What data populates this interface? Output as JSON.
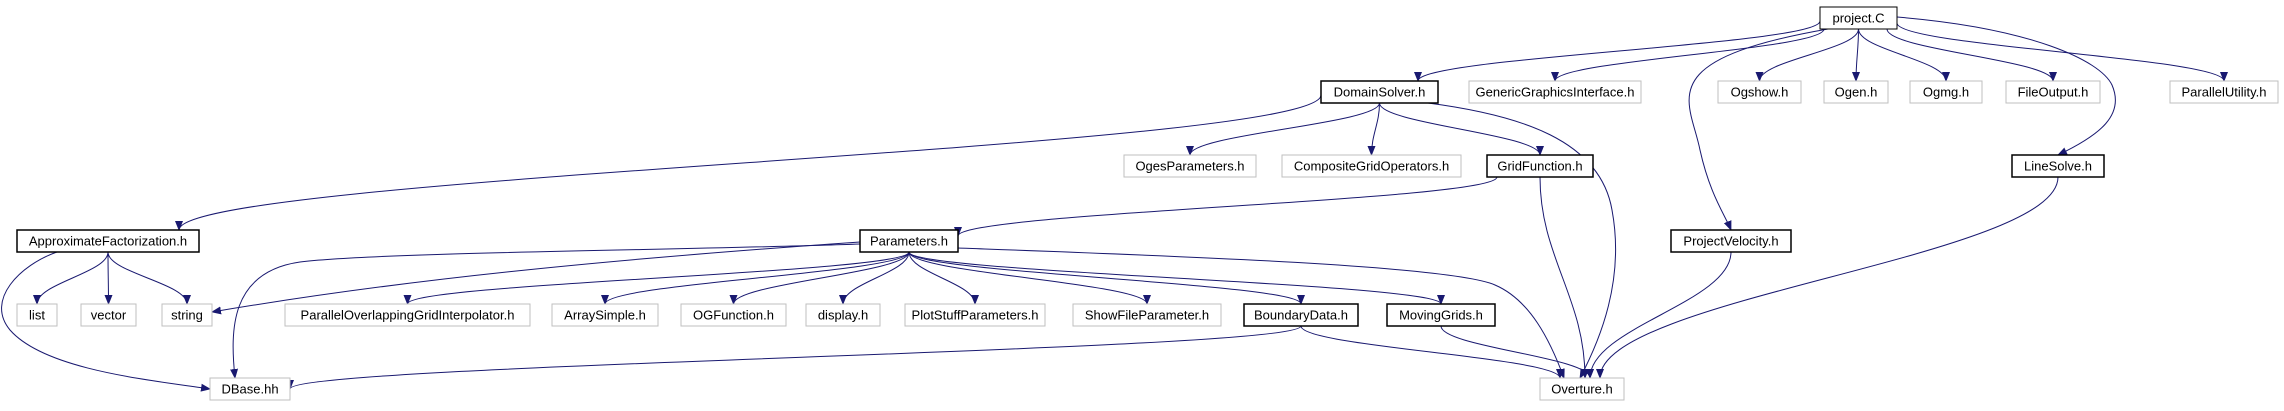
{
  "colors": {
    "edge": "#191970",
    "root_fill": "#bfbfbf",
    "box_stroke": "#000000",
    "external_stroke": "#bfbfbf",
    "background": "#ffffff"
  },
  "nodes": {
    "project_c": {
      "label": "project.C",
      "kind": "root"
    },
    "domain_solver": {
      "label": "DomainSolver.h",
      "kind": "documented"
    },
    "generic_graphics": {
      "label": "GenericGraphicsInterface.h",
      "kind": "external"
    },
    "ogshow": {
      "label": "Ogshow.h",
      "kind": "external"
    },
    "ogen": {
      "label": "Ogen.h",
      "kind": "external"
    },
    "ogmg": {
      "label": "Ogmg.h",
      "kind": "external"
    },
    "file_output": {
      "label": "FileOutput.h",
      "kind": "external"
    },
    "parallel_utility": {
      "label": "ParallelUtility.h",
      "kind": "external"
    },
    "oges_parameters": {
      "label": "OgesParameters.h",
      "kind": "external"
    },
    "composite_grid_operators": {
      "label": "CompositeGridOperators.h",
      "kind": "external"
    },
    "grid_function": {
      "label": "GridFunction.h",
      "kind": "documented"
    },
    "line_solve": {
      "label": "LineSolve.h",
      "kind": "documented"
    },
    "approximate_factorization": {
      "label": "ApproximateFactorization.h",
      "kind": "documented"
    },
    "parameters": {
      "label": "Parameters.h",
      "kind": "documented"
    },
    "project_velocity": {
      "label": "ProjectVelocity.h",
      "kind": "documented"
    },
    "list": {
      "label": "list",
      "kind": "external"
    },
    "vector": {
      "label": "vector",
      "kind": "external"
    },
    "string": {
      "label": "string",
      "kind": "external"
    },
    "parallel_overlapping": {
      "label": "ParallelOverlappingGridInterpolator.h",
      "kind": "external"
    },
    "array_simple": {
      "label": "ArraySimple.h",
      "kind": "external"
    },
    "og_function": {
      "label": "OGFunction.h",
      "kind": "external"
    },
    "display": {
      "label": "display.h",
      "kind": "external"
    },
    "plot_stuff": {
      "label": "PlotStuffParameters.h",
      "kind": "external"
    },
    "show_file_parameter": {
      "label": "ShowFileParameter.h",
      "kind": "external"
    },
    "boundary_data": {
      "label": "BoundaryData.h",
      "kind": "documented"
    },
    "moving_grids": {
      "label": "MovingGrids.h",
      "kind": "documented"
    },
    "dbase": {
      "label": "DBase.hh",
      "kind": "external"
    },
    "overture": {
      "label": "Overture.h",
      "kind": "external"
    }
  },
  "edges": [
    [
      "project_c",
      "domain_solver"
    ],
    [
      "project_c",
      "generic_graphics"
    ],
    [
      "project_c",
      "project_velocity"
    ],
    [
      "project_c",
      "ogshow"
    ],
    [
      "project_c",
      "ogen"
    ],
    [
      "project_c",
      "ogmg"
    ],
    [
      "project_c",
      "file_output"
    ],
    [
      "project_c",
      "line_solve"
    ],
    [
      "project_c",
      "parallel_utility"
    ],
    [
      "domain_solver",
      "approximate_factorization"
    ],
    [
      "domain_solver",
      "oges_parameters"
    ],
    [
      "domain_solver",
      "composite_grid_operators"
    ],
    [
      "domain_solver",
      "grid_function"
    ],
    [
      "domain_solver",
      "overture"
    ],
    [
      "grid_function",
      "parameters"
    ],
    [
      "grid_function",
      "overture"
    ],
    [
      "line_solve",
      "overture"
    ],
    [
      "project_velocity",
      "overture"
    ],
    [
      "approximate_factorization",
      "list"
    ],
    [
      "approximate_factorization",
      "vector"
    ],
    [
      "approximate_factorization",
      "string"
    ],
    [
      "approximate_factorization",
      "dbase"
    ],
    [
      "parameters",
      "string"
    ],
    [
      "parameters",
      "dbase"
    ],
    [
      "parameters",
      "parallel_overlapping"
    ],
    [
      "parameters",
      "array_simple"
    ],
    [
      "parameters",
      "og_function"
    ],
    [
      "parameters",
      "display"
    ],
    [
      "parameters",
      "plot_stuff"
    ],
    [
      "parameters",
      "show_file_parameter"
    ],
    [
      "parameters",
      "boundary_data"
    ],
    [
      "parameters",
      "moving_grids"
    ],
    [
      "parameters",
      "overture"
    ],
    [
      "boundary_data",
      "dbase"
    ],
    [
      "boundary_data",
      "overture"
    ],
    [
      "moving_grids",
      "overture"
    ]
  ]
}
